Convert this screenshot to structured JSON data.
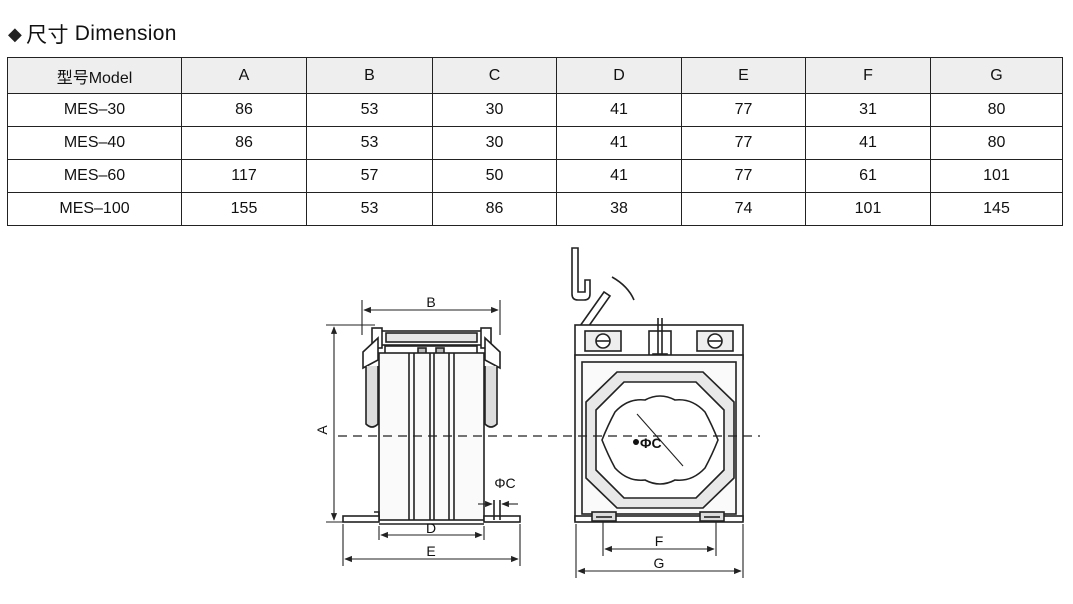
{
  "section": {
    "diamond": "◆",
    "title_zh": "尺寸",
    "title_en": "Dimension"
  },
  "table": {
    "headers": [
      "型号Model",
      "A",
      "B",
      "C",
      "D",
      "E",
      "F",
      "G"
    ],
    "rows": [
      [
        "MES–30",
        "86",
        "53",
        "30",
        "41",
        "77",
        "31",
        "80"
      ],
      [
        "MES–40",
        "86",
        "53",
        "30",
        "41",
        "77",
        "41",
        "80"
      ],
      [
        "MES–60",
        "117",
        "57",
        "50",
        "41",
        "77",
        "61",
        "101"
      ],
      [
        "MES–100",
        "155",
        "53",
        "86",
        "38",
        "74",
        "101",
        "145"
      ]
    ]
  },
  "drawing": {
    "label_a": "A",
    "label_b": "B",
    "label_c": "C",
    "label_d": "D",
    "label_e": "E",
    "label_f": "F",
    "label_g": "G",
    "label_phi_c_side": "ΦC",
    "label_phi_c_front": "ΦC"
  }
}
